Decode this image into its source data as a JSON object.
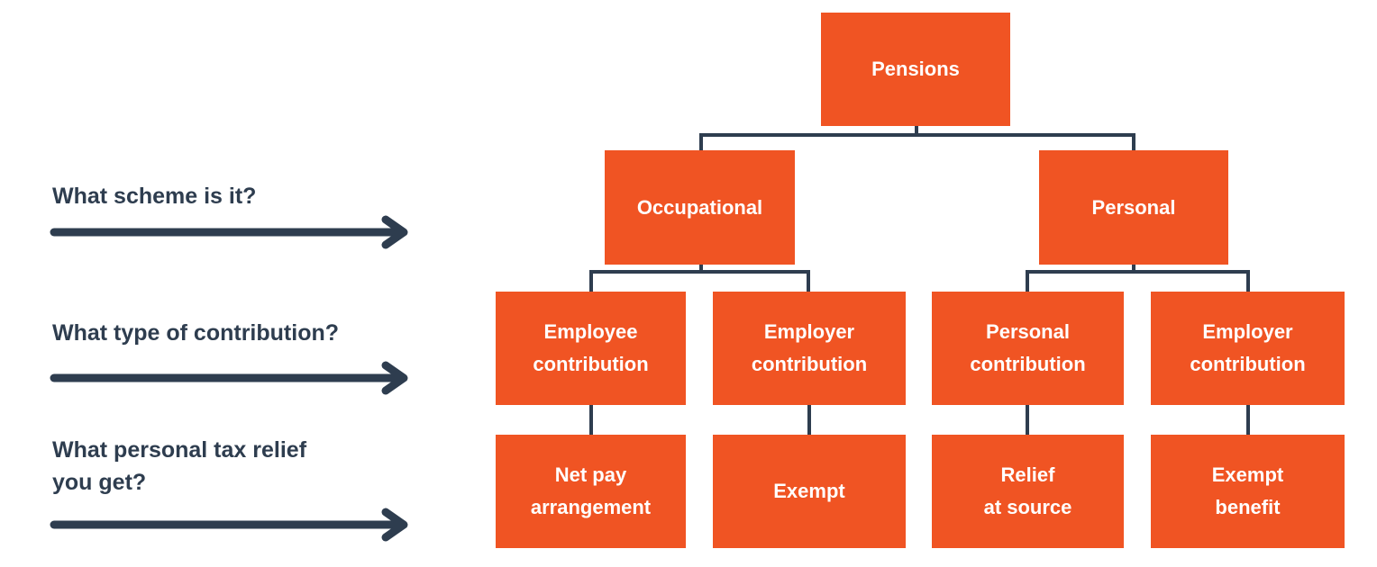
{
  "colors": {
    "node_fill": "#F05423",
    "node_text": "#FFFFFF",
    "connector": "#2E3D4F",
    "question_text": "#2E3D4F"
  },
  "tree": {
    "root": "Pensions",
    "level1": [
      "Occupational",
      "Personal"
    ],
    "level2": [
      "Employee\ncontribution",
      "Employer\ncontribution",
      "Personal\ncontribution",
      "Employer\ncontribution"
    ],
    "level3": [
      "Net pay\narrangement",
      "Exempt",
      "Relief\nat source",
      "Exempt\nbenefit"
    ]
  },
  "questions": [
    "What scheme is it?",
    "What type of contribution?",
    "What personal tax relief\nyou get?"
  ],
  "arrow_icon": "right-arrow-icon"
}
